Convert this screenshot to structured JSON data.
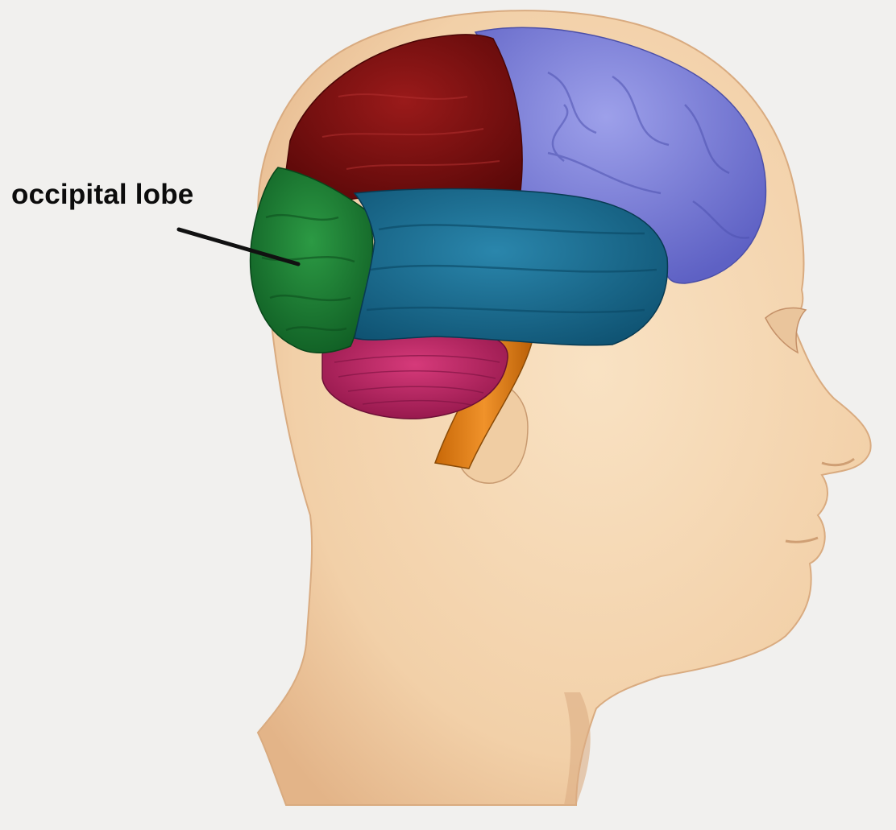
{
  "diagram": {
    "label_text": "occipital lobe",
    "colors": {
      "background": "#f1f0ee",
      "skin": "#f3d5b0",
      "skin_shadow": "#e2b98f",
      "frontal_lobe": "#7a7ed6",
      "parietal_lobe": "#7b0f10",
      "temporal_lobe": "#156a8e",
      "occipital_lobe": "#1a7a32",
      "cerebellum": "#b8205f",
      "brain_stem": "#d97a15",
      "leader_line": "#111111"
    },
    "regions": [
      "frontal-lobe",
      "parietal-lobe",
      "temporal-lobe",
      "occipital-lobe",
      "cerebellum",
      "brain-stem"
    ]
  }
}
